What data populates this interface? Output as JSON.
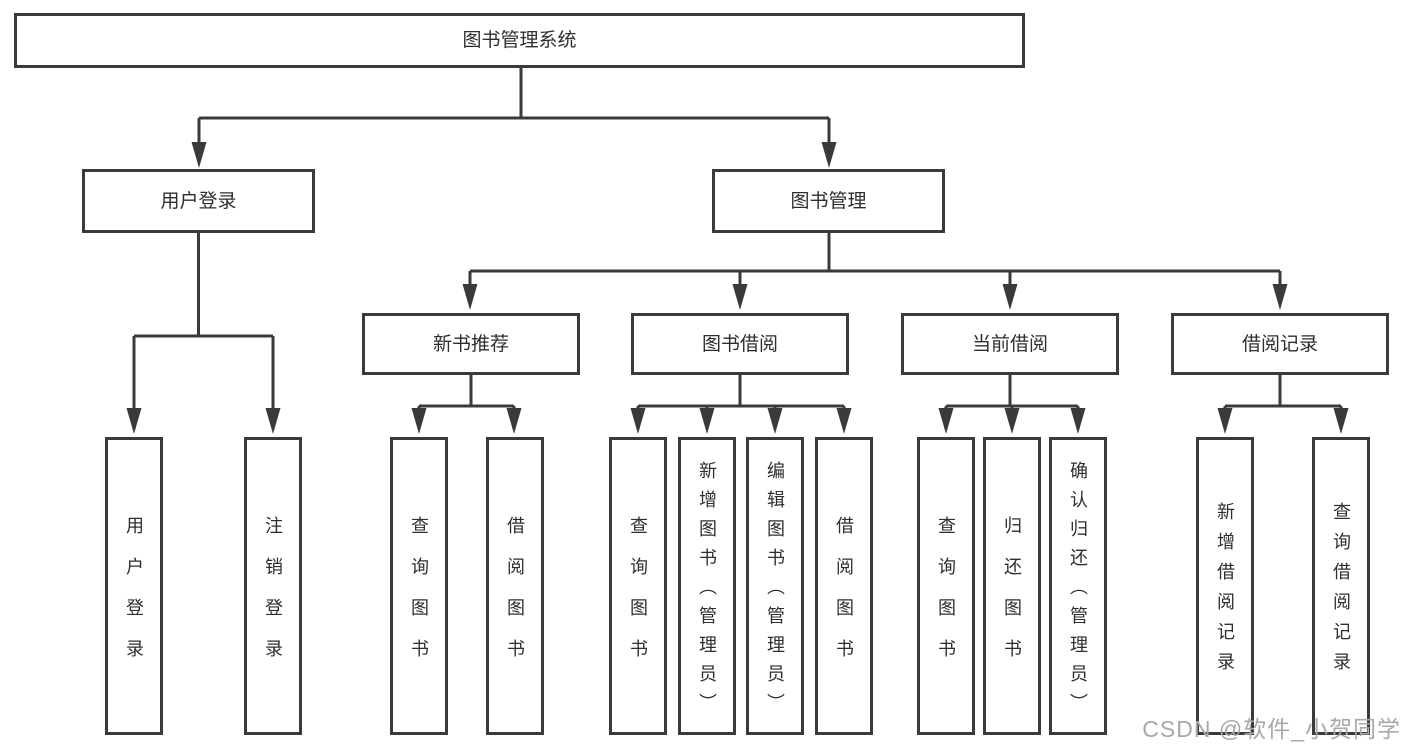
{
  "colors": {
    "line": "#3a3a3a",
    "text": "#2e2e2e",
    "box-bg": "#ffffff",
    "watermark": "#a8a8a8"
  },
  "tree": {
    "root": "图书管理系统",
    "branches": [
      {
        "label": "用户登录",
        "leaves": [
          "用户登录",
          "注销登录"
        ]
      },
      {
        "label": "图书管理",
        "sections": [
          {
            "label": "新书推荐",
            "leaves": [
              "查询图书",
              "借阅图书"
            ]
          },
          {
            "label": "图书借阅",
            "leaves": [
              "查询图书",
              "新增图书（管理员）",
              "编辑图书（管理员）",
              "借阅图书"
            ]
          },
          {
            "label": "当前借阅",
            "leaves": [
              "查询图书",
              "归还图书",
              "确认归还（管理员）"
            ]
          },
          {
            "label": "借阅记录",
            "leaves": [
              "新增借阅记录",
              "查询借阅记录"
            ]
          }
        ]
      }
    ]
  },
  "watermark": "CSDN @软件_小贺同学"
}
